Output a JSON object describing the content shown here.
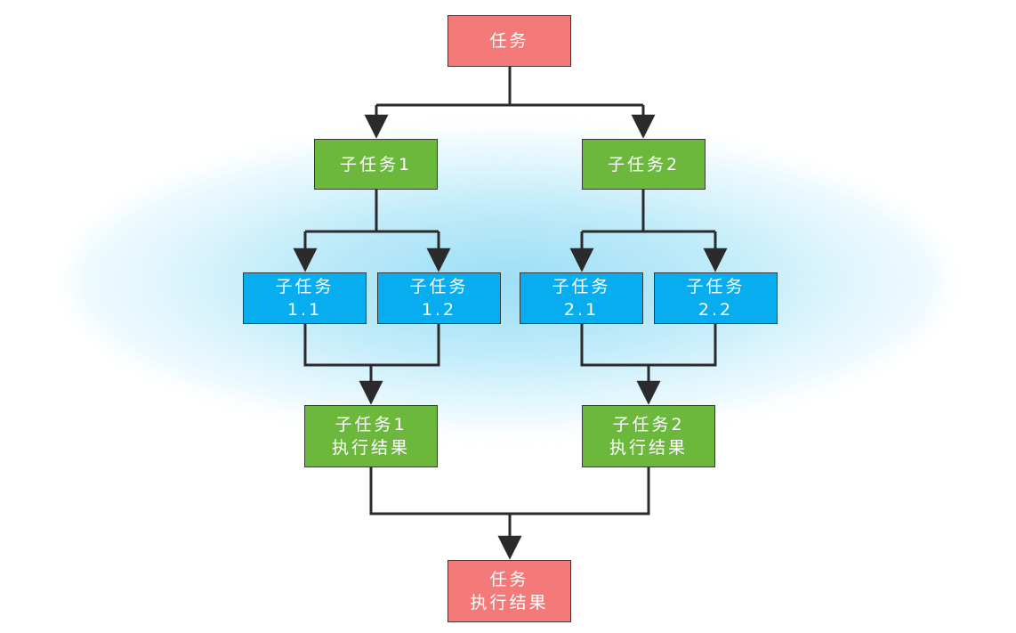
{
  "nodes": {
    "task": {
      "line1": "任务",
      "line2": ""
    },
    "subtask1": {
      "line1": "子任务1",
      "line2": ""
    },
    "subtask2": {
      "line1": "子任务2",
      "line2": ""
    },
    "subtask1_1": {
      "line1": "子任务",
      "line2": "1.1"
    },
    "subtask1_2": {
      "line1": "子任务",
      "line2": "1.2"
    },
    "subtask2_1": {
      "line1": "子任务",
      "line2": "2.1"
    },
    "subtask2_2": {
      "line1": "子任务",
      "line2": "2.2"
    },
    "result1": {
      "line1": "子任务1",
      "line2": "执行结果"
    },
    "result2": {
      "line1": "子任务2",
      "line2": "执行结果"
    },
    "final_result": {
      "line1": "任务",
      "line2": "执行结果"
    }
  },
  "colors": {
    "task": "#f47a7a",
    "subtask": "#6cb83d",
    "leaf_subtask": "#08adef",
    "connector": "#2b2b2b",
    "glow": "#96dcf5"
  }
}
